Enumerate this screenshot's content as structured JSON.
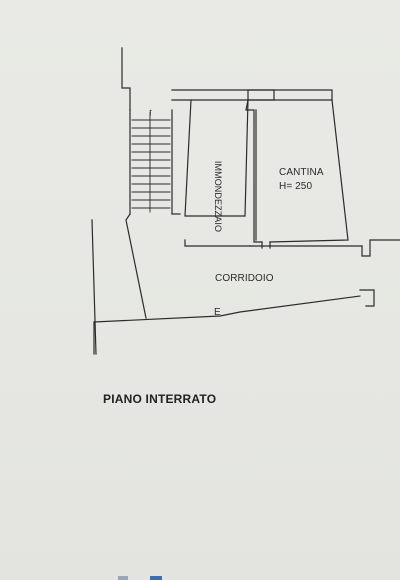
{
  "plan": {
    "rooms": {
      "cantina": {
        "label": "CANTINA",
        "height_note": "H= 250"
      },
      "immondezzaio": {
        "label": "IMMONDEZZAIO"
      },
      "corridoio": {
        "label": "CORRIDOIO"
      }
    },
    "entrance_marker": "E",
    "stair_arrow": "↑",
    "caption": "PIANO INTERRATO"
  }
}
